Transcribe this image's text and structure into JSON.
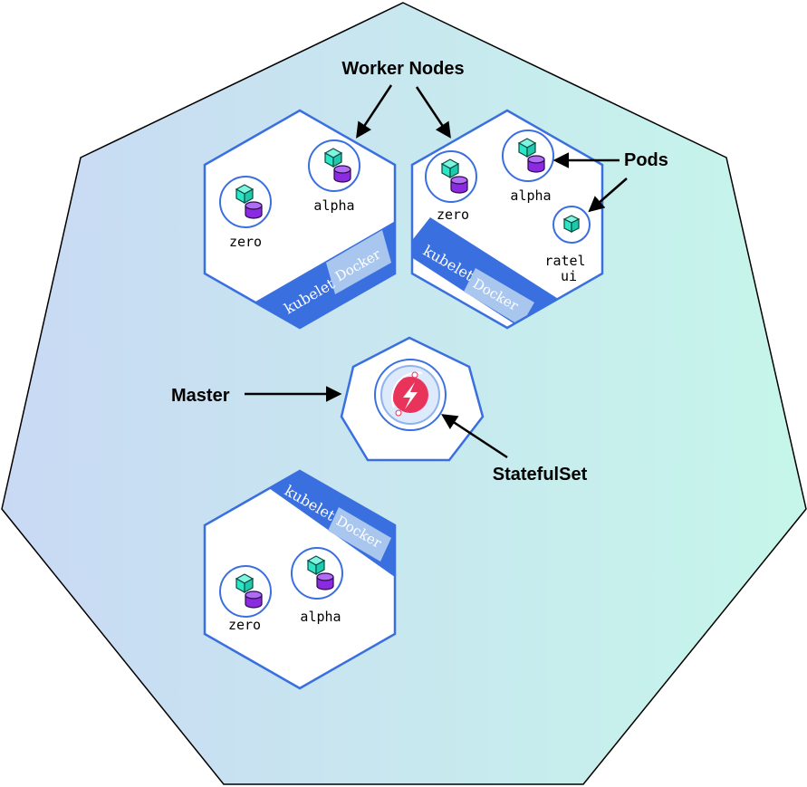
{
  "labels": {
    "worker_nodes": "Worker Nodes",
    "pods": "Pods",
    "master": "Master",
    "statefulset": "StatefulSet"
  },
  "nodes": [
    {
      "kubelet": "kubelet",
      "docker": "Docker",
      "pods": [
        "zero",
        "alpha"
      ]
    },
    {
      "kubelet": "kubelet",
      "docker": "Docker",
      "pods": [
        "zero",
        "alpha",
        "ratel",
        "ui"
      ]
    },
    {
      "kubelet": "kubelet",
      "docker": "Docker",
      "pods": [
        "zero",
        "alpha"
      ]
    }
  ],
  "colors": {
    "cluster_gradient_start": "#c9d9f4",
    "cluster_gradient_end": "#c6f6ea",
    "node_stroke": "#3a6fe0",
    "band": "#3a6fe0",
    "docker_box": "#a9c7ee",
    "cube": "#2ee6c6",
    "cylinder": "#8a2be2",
    "master_logo": "#e8345a"
  }
}
